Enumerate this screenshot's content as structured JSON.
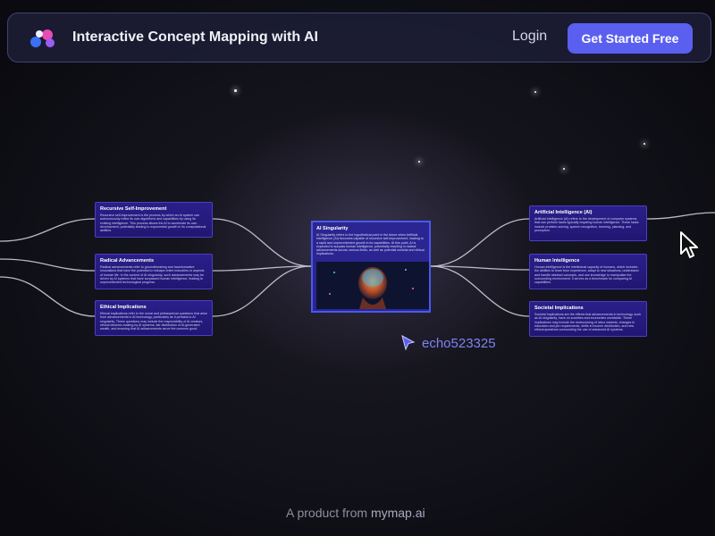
{
  "header": {
    "brand": "Interactive Concept Mapping with AI",
    "login_label": "Login",
    "cta_label": "Get Started Free"
  },
  "map": {
    "center": {
      "title": "AI Singularity",
      "body": "AI Singularity refers to the hypothetical point in the future when Artificial Intelligence (AI) becomes capable of recursive self-improvement, leading to a rapid and unprecedented growth in its capabilities. At this point, AI is expected to surpass human intelligence, potentially resulting in radical advancements across various fields, as well as potential societal and ethical implications."
    },
    "left": [
      {
        "title": "Recursive Self-Improvement",
        "body": "Recursive self-improvement is the process by which an AI system can autonomously refine its own algorithms and capabilities by using its existing intelligence. This process allows the AI to accelerate its own development, potentially leading to exponential growth in its computational abilities."
      },
      {
        "title": "Radical Advancements",
        "body": "Radical advancements refer to groundbreaking and transformative innovations that have the potential to reshape entire industries or aspects of human life. In the context of AI singularity, such advancements may be driven by AI systems that have surpassed human intelligence, leading to unprecedented technological progress."
      },
      {
        "title": "Ethical Implications",
        "body": "Ethical implications refer to the moral and philosophical questions that arise from advancements in AI technology, particularly as it pertains to AI singularity. These questions may include the responsibility of AI creators, ethical decision-making by AI systems, fair distribution of AI-generated wealth, and ensuring that AI advancements serve the common good."
      }
    ],
    "right": [
      {
        "title": "Artificial Intelligence (AI)",
        "body": "Artificial Intelligence (AI) refers to the development of computer systems that can perform tasks typically requiring human intelligence. These tasks include problem-solving, speech recognition, learning, planning, and perception."
      },
      {
        "title": "Human Intelligence",
        "body": "Human intelligence is the intellectual capacity of humans, which includes the abilities to learn from experience, adapt to new situations, understand and handle abstract concepts, and use knowledge to manipulate the surrounding environment. It serves as a benchmark for comparing AI capabilities."
      },
      {
        "title": "Societal Implications",
        "body": "Societal implications are the effects that advancements in technology, such as AI singularity, have on societies and economies worldwide. These implications may include the restructuring of labor markets, changes in education and job requirements, shifts in income distribution, and new ethical questions surrounding the use of advanced AI systems."
      }
    ]
  },
  "collaborator": {
    "username": "echo523325"
  },
  "footer": {
    "prefix": "A product from ",
    "link": "mymap.ai"
  },
  "colors": {
    "accent": "#5a5ff0",
    "node_bg": "#2a1f8a",
    "cursor_label": "#7d84f2"
  }
}
